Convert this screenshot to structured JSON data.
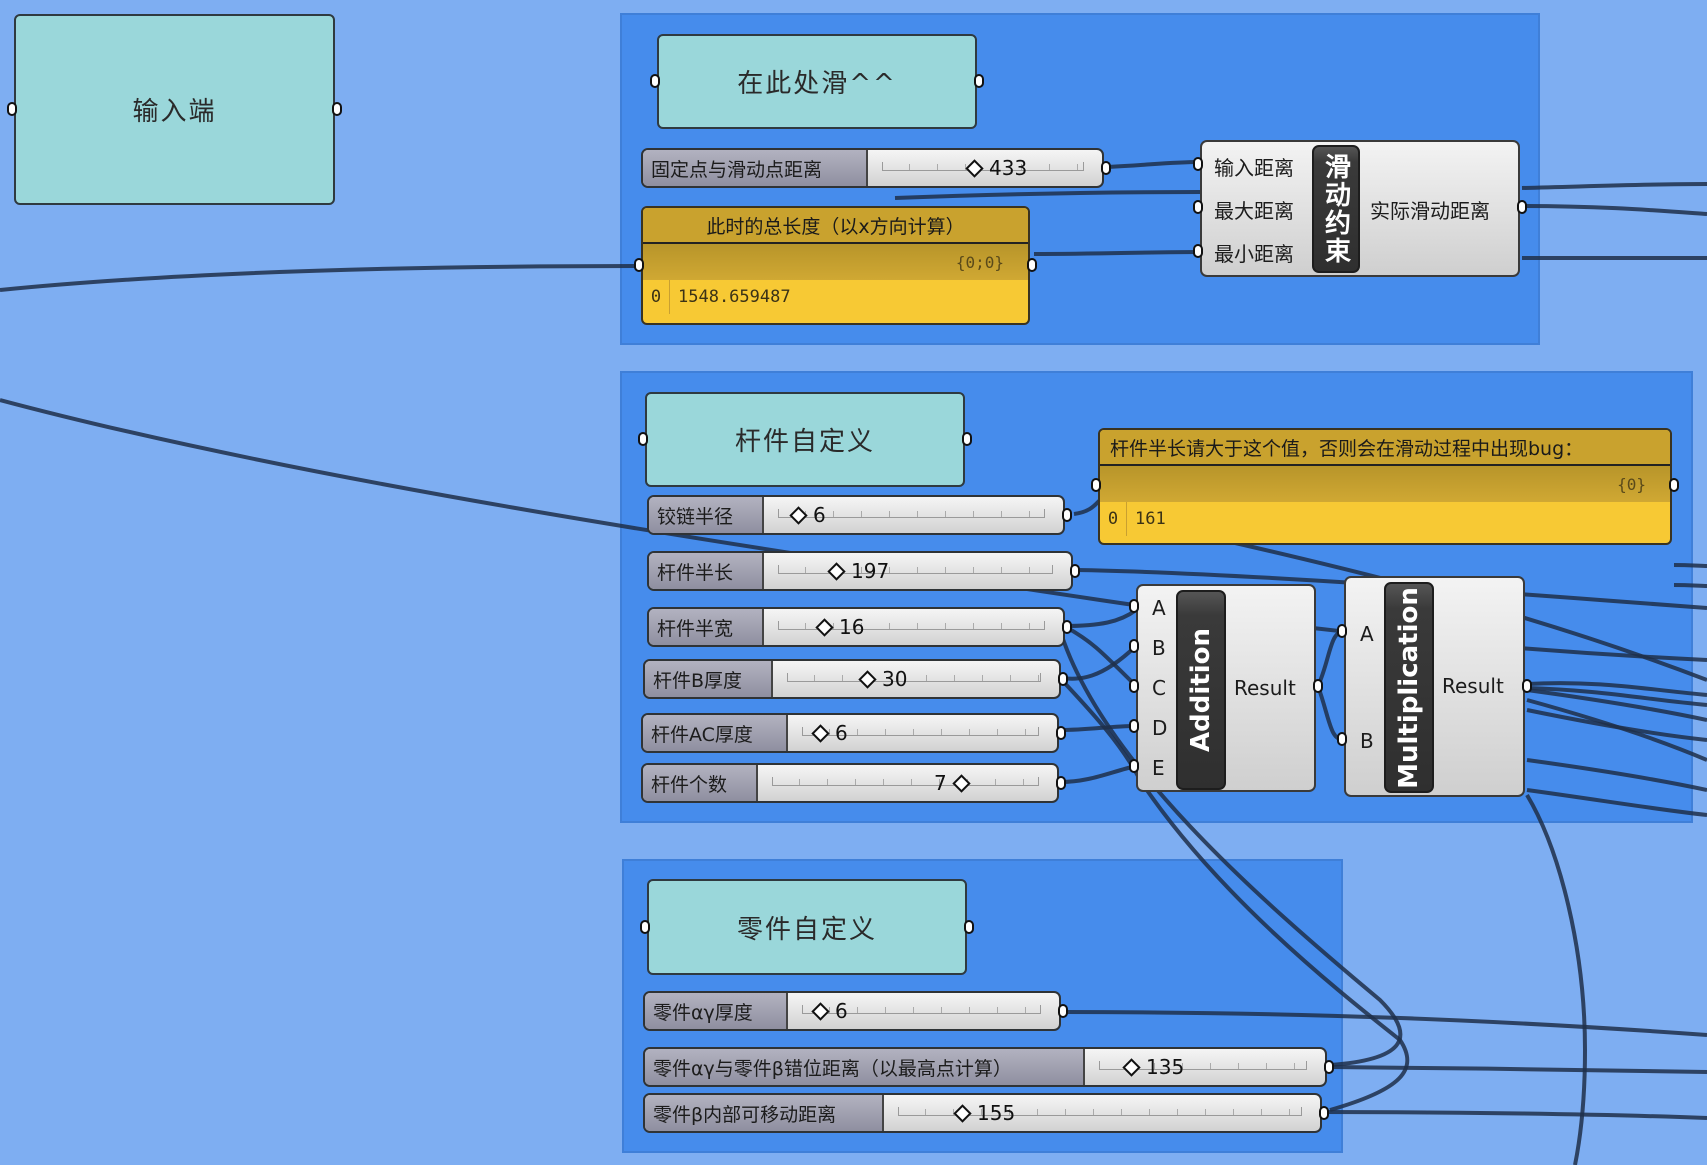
{
  "canvas": {
    "background": "#7eaef2",
    "group_color": "#468cec",
    "scribble_color": "#9ad7da",
    "panel_color": "#f7c934",
    "wire_color": "#1e2f4a"
  },
  "input_panel": {
    "label": "输入端"
  },
  "group_slide": {
    "header": "在此处滑^^",
    "slider_distance": {
      "label": "固定点与滑动点距离",
      "value": "433"
    },
    "panel_total_length": {
      "title": "此时的总长度（以x方向计算）",
      "path": "{0;0}",
      "rows": [
        {
          "index": "0",
          "value": "1548.659487"
        }
      ]
    },
    "constraint": {
      "nickname": "滑动约束",
      "inputs": [
        "输入距离",
        "最大距离",
        "最小距离"
      ],
      "outputs": [
        "实际滑动距离"
      ]
    }
  },
  "group_rod": {
    "header": "杆件自定义",
    "sliders": [
      {
        "label": "铰链半径",
        "value": "6"
      },
      {
        "label": "杆件半长",
        "value": "197"
      },
      {
        "label": "杆件半宽",
        "value": "16"
      },
      {
        "label": "杆件B厚度",
        "value": "30"
      },
      {
        "label": "杆件AC厚度",
        "value": "6"
      },
      {
        "label": "杆件个数",
        "value": "7"
      }
    ],
    "warning_panel": {
      "title": "杆件半长请大于这个值，否则会在滑动过程中出现bug：",
      "path": "{0}",
      "rows": [
        {
          "index": "0",
          "value": "161"
        }
      ]
    },
    "addition": {
      "nickname": "Addition",
      "inputs": [
        "A",
        "B",
        "C",
        "D",
        "E"
      ],
      "outputs": [
        "Result"
      ]
    },
    "multiplication": {
      "nickname": "Multiplication",
      "inputs": [
        "A",
        "B"
      ],
      "outputs": [
        "Result"
      ]
    }
  },
  "group_part": {
    "header": "零件自定义",
    "sliders": [
      {
        "label": "零件αγ厚度",
        "value": "6"
      },
      {
        "label": "零件αγ与零件β错位距离（以最高点计算）",
        "value": "135"
      },
      {
        "label": "零件β内部可移动距离",
        "value": "155"
      }
    ]
  }
}
